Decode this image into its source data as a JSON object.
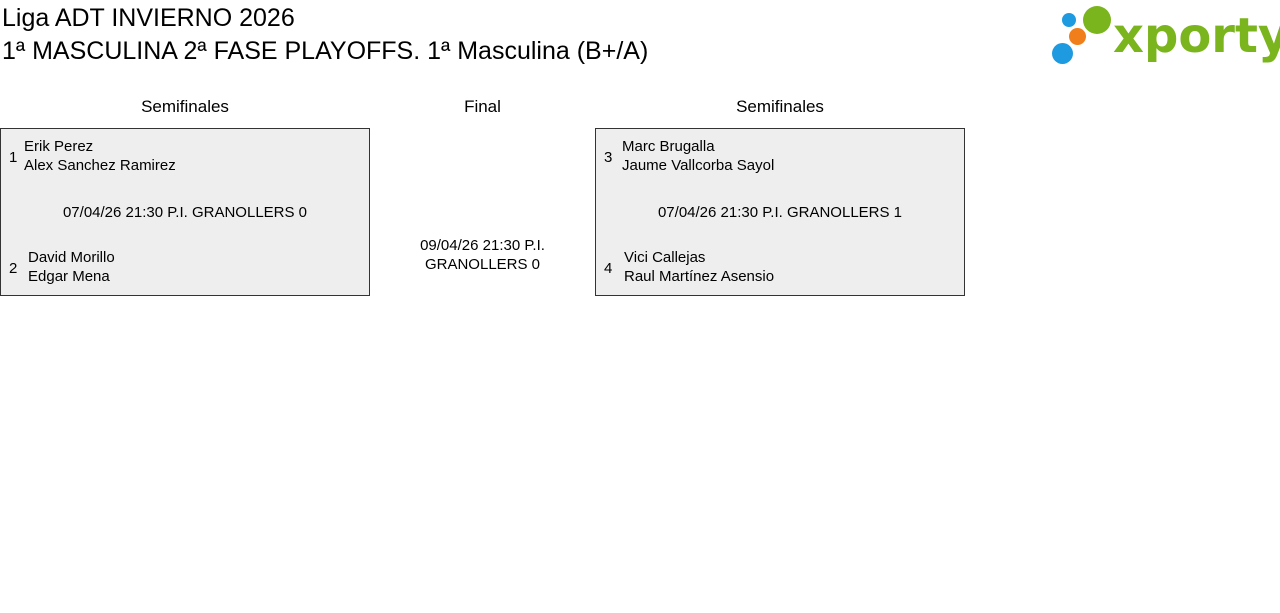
{
  "header": {
    "league": "Liga ADT INVIERNO 2026",
    "competition": "1ª MASCULINA 2ª FASE PLAYOFFS. 1ª Masculina (B+/A)"
  },
  "logo": {
    "text": "xporty",
    "colors": {
      "green": "#7ab51d",
      "blue": "#1e9ae0",
      "orange": "#f07e1a"
    }
  },
  "bracket": {
    "left": {
      "heading": "Semifinales",
      "top": {
        "seed": "1",
        "players": [
          "Erik Perez",
          "Alex Sanchez Ramirez"
        ]
      },
      "result": "07/04/26 21:30 P.I. GRANOLLERS 0",
      "bottom": {
        "seed": "2",
        "players": [
          "David Morillo",
          "Edgar Mena"
        ]
      }
    },
    "final": {
      "heading": "Final",
      "result_line1": "09/04/26 21:30 P.I.",
      "result_line2": "GRANOLLERS 0"
    },
    "right": {
      "heading": "Semifinales",
      "top": {
        "seed": "3",
        "players": [
          "Marc Brugalla",
          "Jaume Vallcorba Sayol"
        ]
      },
      "result": "07/04/26 21:30 P.I. GRANOLLERS 1",
      "bottom": {
        "seed": "4",
        "players": [
          "Vici Callejas",
          "Raul Martínez Asensio"
        ]
      }
    }
  }
}
